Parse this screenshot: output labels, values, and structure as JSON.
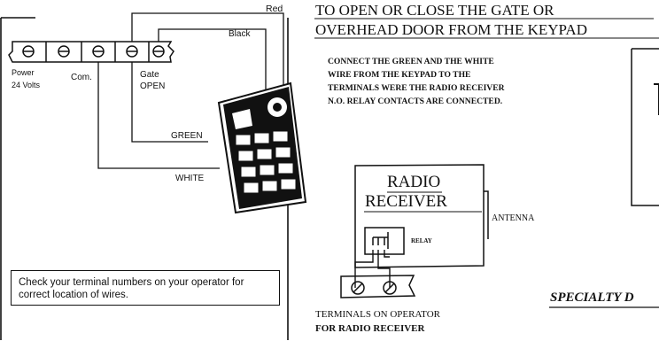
{
  "wiring": {
    "wire_red": "Red",
    "wire_black": "Black",
    "wire_green": "GREEN",
    "wire_white": "WHITE",
    "terminal_power_line1": "Power",
    "terminal_power_line2": "24 Volts",
    "terminal_com": "Com.",
    "terminal_gate_line1": "Gate",
    "terminal_gate_line2": "OPEN",
    "note": "Check your terminal numbers on your operator for correct location of wires."
  },
  "instructions": {
    "heading_line1": "TO OPEN OR CLOSE THE GATE OR",
    "heading_line2": "OVERHEAD DOOR FROM THE KEYPAD",
    "body_line1": "CONNECT THE GREEN AND THE WHITE",
    "body_line2": "WIRE FROM THE KEYPAD TO THE",
    "body_line3": "TERMINALS WERE THE RADIO RECEIVER",
    "body_line4": "N.O. RELAY CONTACTS ARE CONNECTED."
  },
  "receiver": {
    "label_line1": "RADIO",
    "label_line2": "RECEIVER",
    "antenna": "ANTENNA",
    "relay": "RELAY",
    "caption_line1": "TERMINALS ON OPERATOR",
    "caption_line2": "FOR RADIO RECEIVER"
  },
  "footer": {
    "brand_partial": "SPECIALTY D"
  }
}
